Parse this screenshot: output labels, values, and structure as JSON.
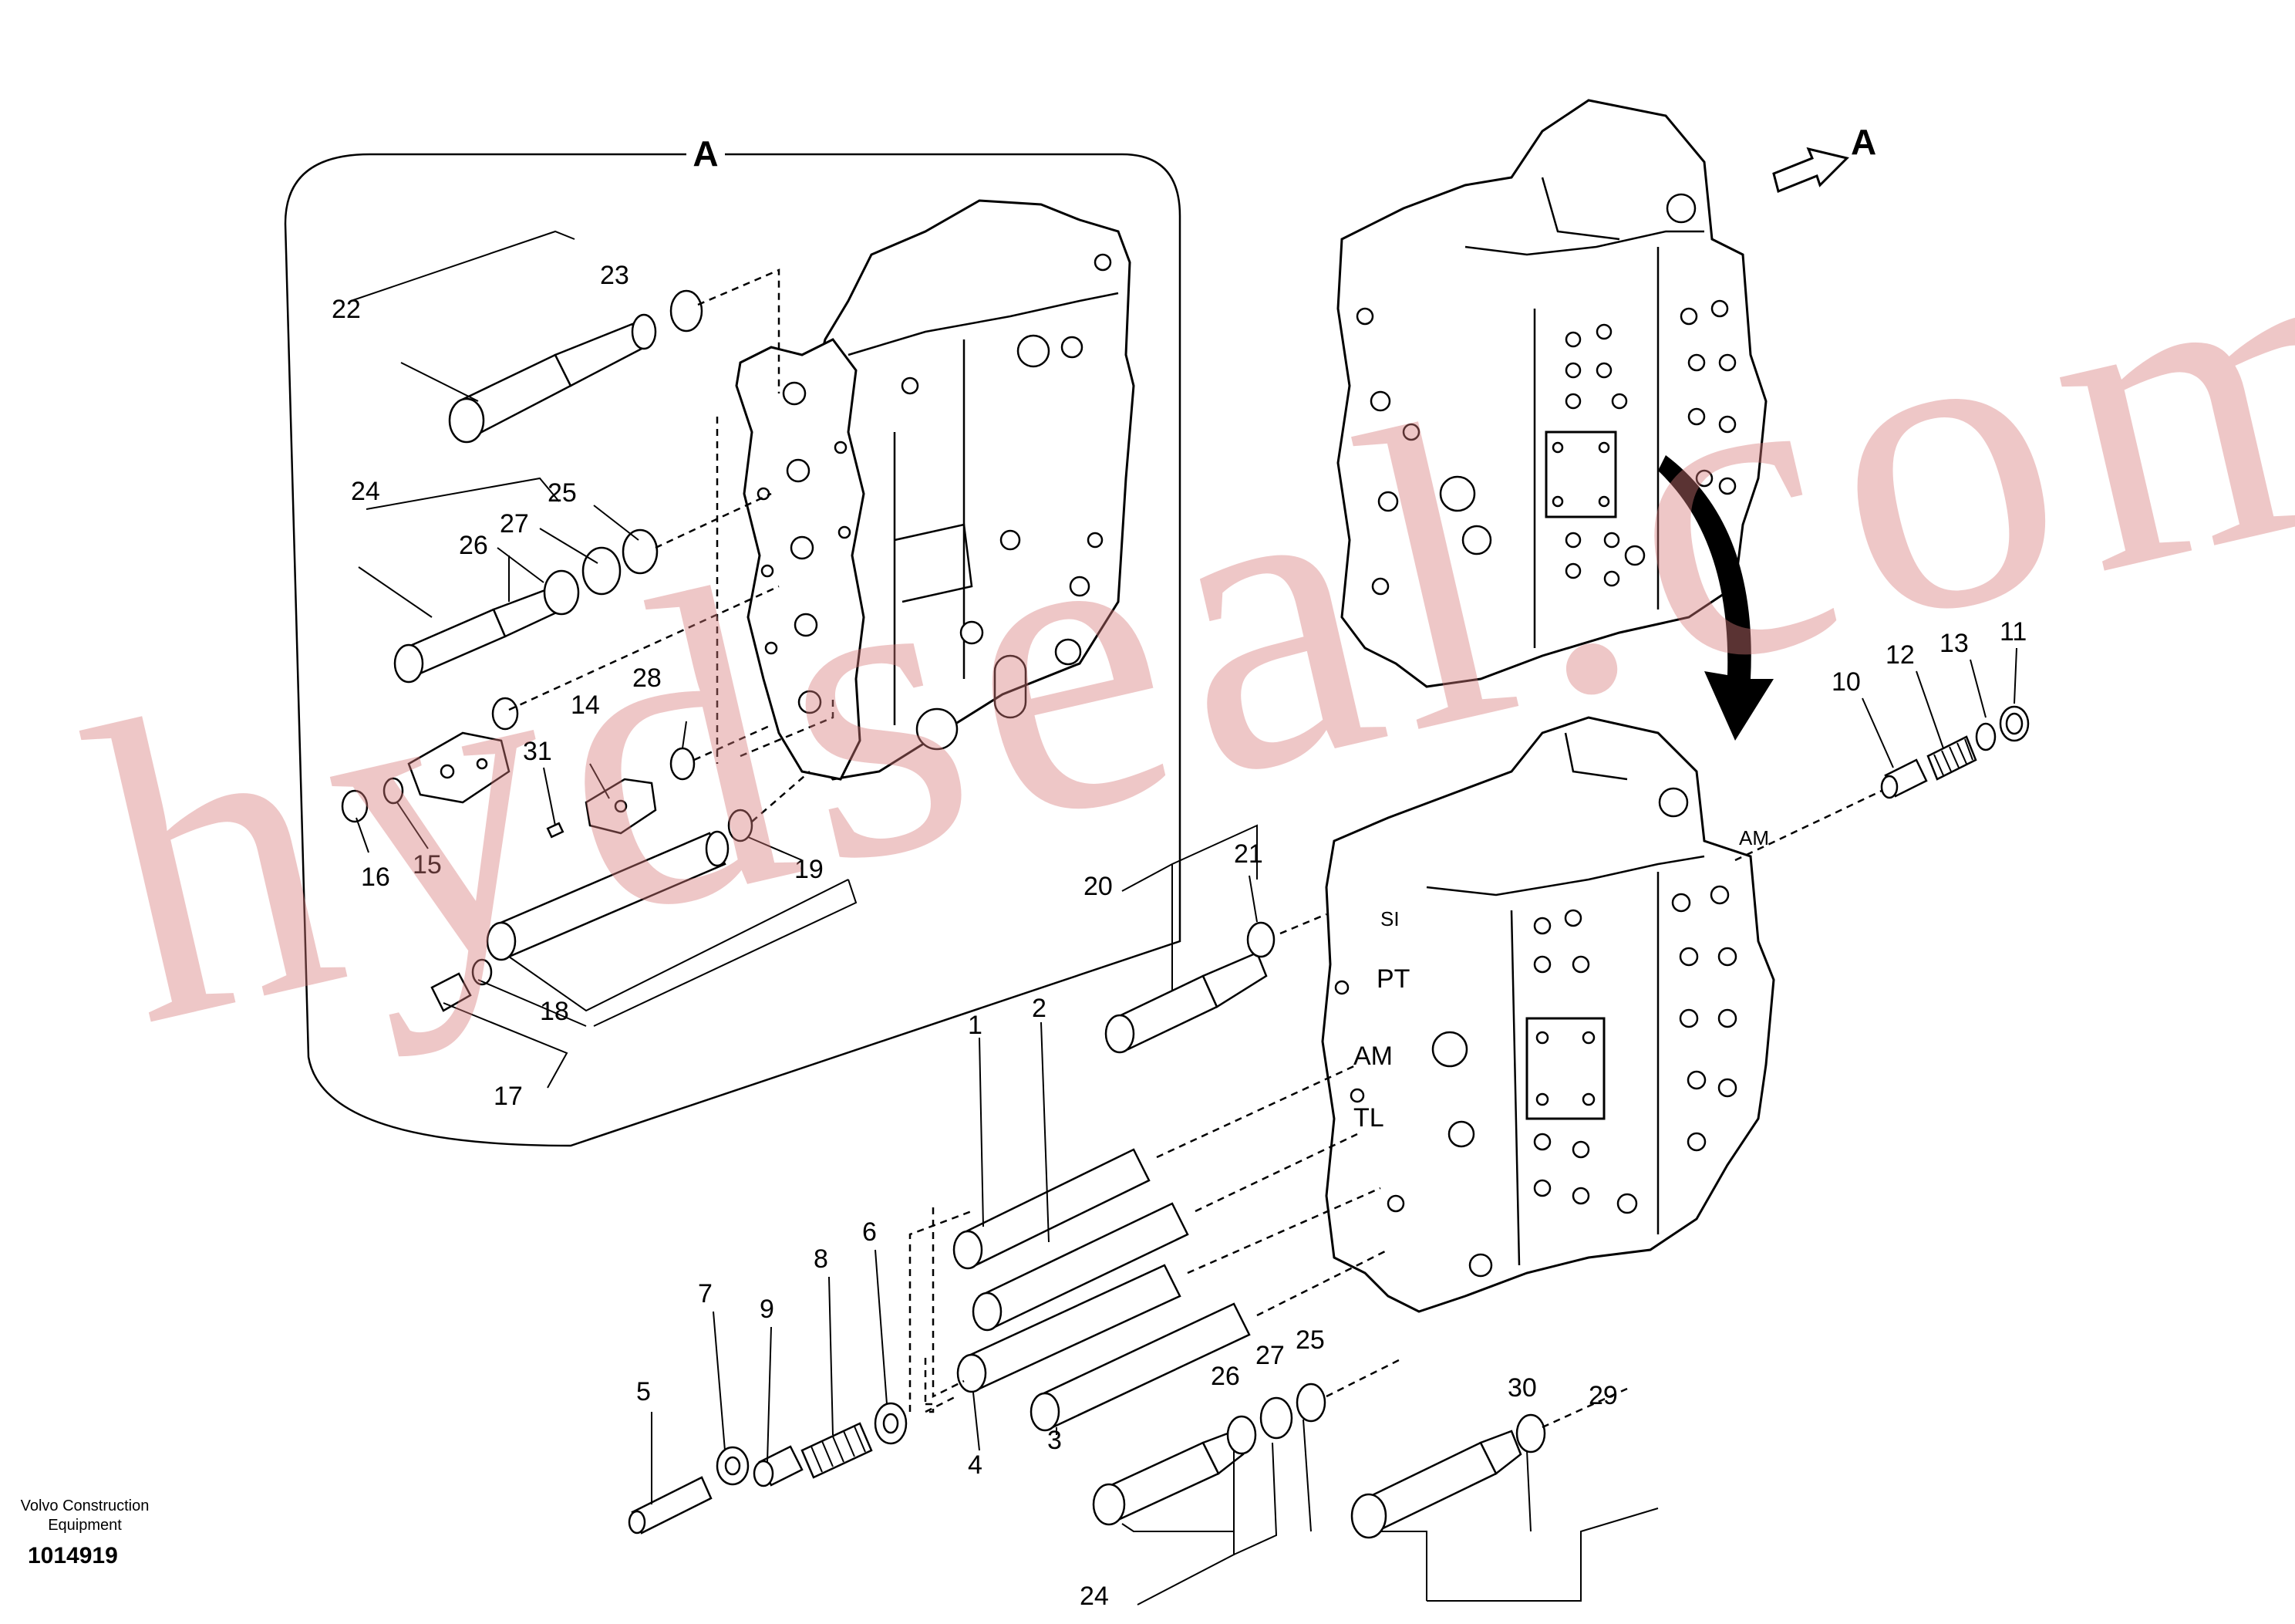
{
  "diagram": {
    "view_label": "A",
    "arrow_label": "A",
    "port_labels": [
      "AM",
      "PT",
      "AM",
      "TL",
      "SI"
    ],
    "callouts": {
      "c1": "1",
      "c2": "2",
      "c3": "3",
      "c4": "4",
      "c5": "5",
      "c6": "6",
      "c7": "7",
      "c8": "8",
      "c9": "9",
      "c10": "10",
      "c11": "11",
      "c12": "12",
      "c13": "13",
      "c14": "14",
      "c15": "15",
      "c16": "16",
      "c17": "17",
      "c18": "18",
      "c19": "19",
      "c20": "20",
      "c21": "21",
      "c22": "22",
      "c23": "23",
      "c24a": "24",
      "c24b": "24",
      "c25a": "25",
      "c25b": "25",
      "c26a": "26",
      "c26b": "26",
      "c27a": "27",
      "c27b": "27",
      "c28": "28",
      "c29": "29",
      "c30": "30",
      "c31": "31"
    }
  },
  "footer": {
    "company_line1": "Volvo Construction",
    "company_line2": "Equipment",
    "drawing_number": "1014919"
  },
  "watermark": {
    "text": "hydseal.com",
    "color": "#d67a7a"
  }
}
